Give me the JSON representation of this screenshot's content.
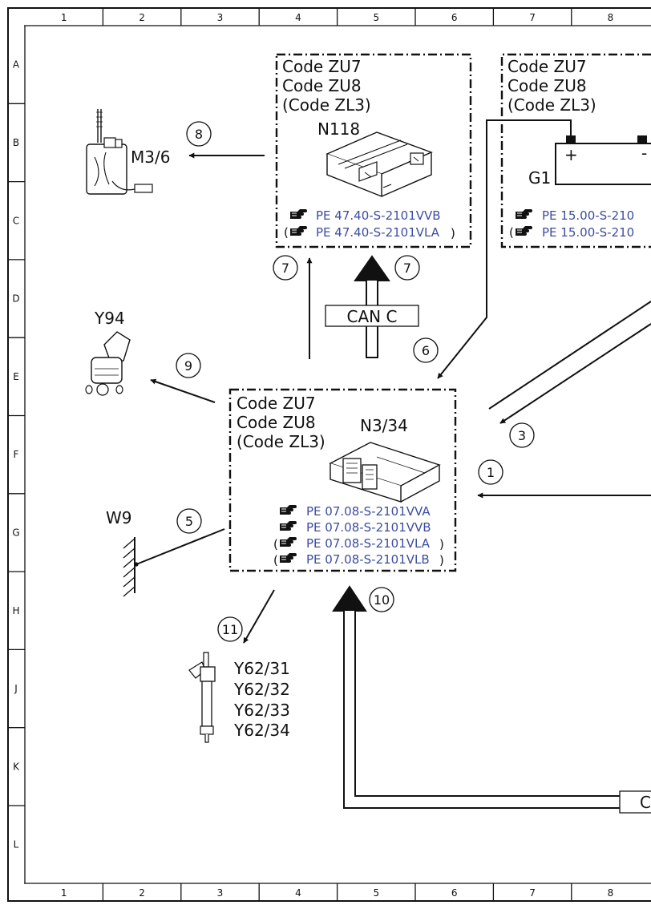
{
  "grid": {
    "columns": [
      "1",
      "2",
      "3",
      "4",
      "5",
      "6",
      "7",
      "8"
    ],
    "rows": [
      "A",
      "B",
      "C",
      "D",
      "E",
      "F",
      "G",
      "H",
      "J",
      "K",
      "L"
    ]
  },
  "boxes": {
    "n118": {
      "codes": [
        "Code ZU7",
        "Code ZU8",
        "(Code ZL3)"
      ],
      "component": "N118",
      "refs": [
        "PE 47.40-S-2101VVB",
        "PE 47.40-S-2101VLA"
      ]
    },
    "g1": {
      "codes": [
        "Code ZU7",
        "Code ZU8",
        "(Code ZL3)"
      ],
      "component": "G1",
      "plus": "+",
      "minus": "-",
      "refs": [
        "PE 15.00-S-210",
        "PE 15.00-S-210"
      ]
    },
    "n3_34": {
      "codes": [
        "Code ZU7",
        "Code ZU8",
        "(Code ZL3)"
      ],
      "component": "N3/34",
      "refs": [
        "PE 07.08-S-2101VVA",
        "PE 07.08-S-2101VVB",
        "PE 07.08-S-2101VLA",
        "PE 07.08-S-2101VLB"
      ]
    }
  },
  "components": {
    "m3_6": "M3/6",
    "y94": "Y94",
    "w9": "W9",
    "injectors": [
      "Y62/31",
      "Y62/32",
      "Y62/33",
      "Y62/34"
    ]
  },
  "bus": {
    "can_c": "CAN C",
    "bottom_label": "C"
  },
  "callouts": {
    "c1": "1",
    "c3": "3",
    "c5": "5",
    "c6": "6",
    "c7a": "7",
    "c7b": "7",
    "c8": "8",
    "c9": "9",
    "c10": "10",
    "c11": "11"
  },
  "colors": {
    "reference_link": "#3b4da0",
    "line": "#111111"
  }
}
